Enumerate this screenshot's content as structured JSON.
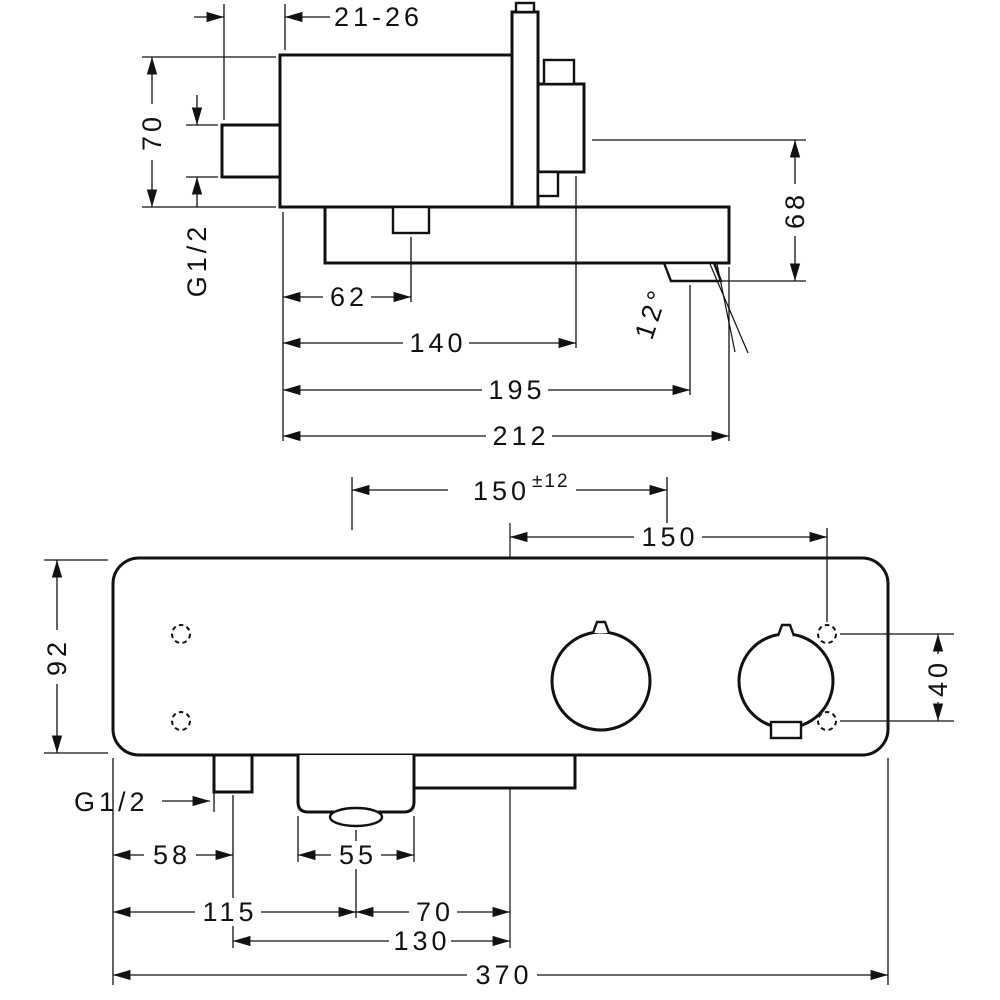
{
  "drawing": {
    "side_view": {
      "wall_distance": "21-26",
      "body_height": "70",
      "thread": "G1/2",
      "dim_62": "62",
      "dim_140": "140",
      "dim_195": "195",
      "dim_212": "212",
      "dim_68": "68",
      "spout_angle": "12°"
    },
    "front_view": {
      "hose_spacing": "150",
      "hose_spacing_tolerance": "±12",
      "right_reach": "150",
      "body_height": "92",
      "hole_spacing": "40",
      "thread": "G1/2",
      "dim_58": "58",
      "dim_55": "55",
      "dim_115": "115",
      "dim_70": "70",
      "dim_130": "130",
      "total_width": "370"
    }
  }
}
